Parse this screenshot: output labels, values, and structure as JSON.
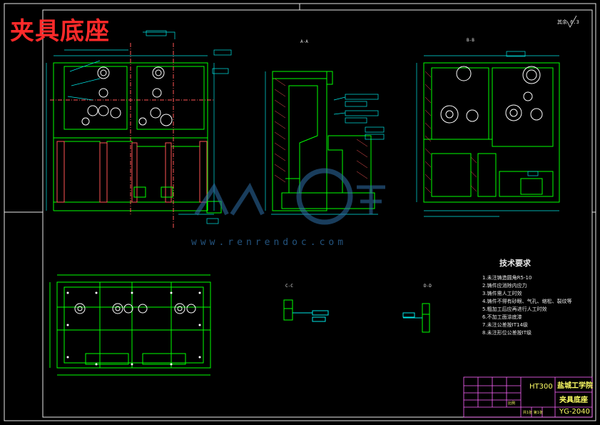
{
  "drawing": {
    "title_cn": "夹具底座",
    "watermark_url": "www.renrendoc.com",
    "roughness_note": "其余 6.3"
  },
  "section_labels": {
    "a": "A-A",
    "b": "B-B",
    "c": "C-C",
    "d": "D-D"
  },
  "technical_requirements": {
    "heading": "技术要求",
    "items": [
      "1.未注铸造圆角R5-10",
      "2.铸件应消除内应力",
      "3.铸件需人工时效",
      "4.铸件不得有砂眼、气孔、缩松、裂纹等",
      "5.粗加工后应再进行人工时效",
      "6.不加工面涂底漆",
      "7.未注公差按IT14级",
      "8.未注形位公差按IT级"
    ]
  },
  "title_block": {
    "material": "HT300",
    "school": "盐城工学院",
    "part_name": "夹具底座",
    "drawing_no": "YG-2040",
    "scale_label": "比例",
    "sheet_label": "共1张 第1张"
  },
  "colors": {
    "background": "#000000",
    "geometry": "#00ff00",
    "dimensions": "#00e5e5",
    "border": "#e8e8e8",
    "accent_red": "#ff2a2a",
    "title_block": "#ff66ff",
    "holes": "#ffffff"
  }
}
